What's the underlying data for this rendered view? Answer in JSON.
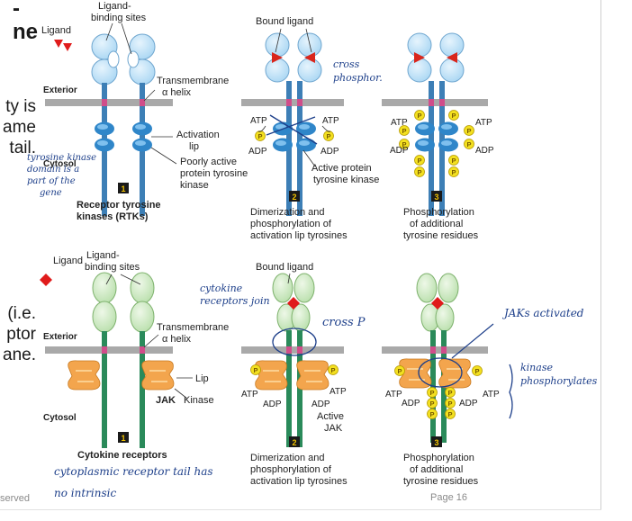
{
  "slide_fragments": {
    "dash": "-",
    "ne": "ne",
    "line1": "ty is",
    "line2": "ame",
    "line3": "tail.",
    "line4": "(i.e.",
    "line5": "ptor",
    "line6": "ane."
  },
  "footer": {
    "left": "served",
    "page": "Page 16"
  },
  "top": {
    "ligand": "Ligand",
    "binding_l1": "Ligand-",
    "binding_l2": "binding sites",
    "tm_l1": "Transmembrane",
    "tm_l2": "α helix",
    "exterior": "Exterior",
    "cytosol": "Cytosol",
    "activation_l1": "Activation",
    "activation_l2": "lip",
    "poor_l1": "Poorly active",
    "poor_l2": "protein tyrosine",
    "poor_l3": "kinase",
    "bound": "Bound ligand",
    "atp": "ATP",
    "adp": "ADP",
    "p": "P",
    "active_l1": "Active protein",
    "active_l2": "tyrosine kinase",
    "step1": "1",
    "step2": "2",
    "step3": "3",
    "cap1_l1": "Receptor tyrosine",
    "cap1_l2": "kinases (RTKs)",
    "cap2_l1": "Dimerization and",
    "cap2_l2": "phosphorylation of",
    "cap2_l3": "activation lip tyrosines",
    "cap3_l1": "Phosphorylation",
    "cap3_l2": "of additional",
    "cap3_l3": "tyrosine residues"
  },
  "bottom": {
    "ligand": "Ligand",
    "binding_l1": "Ligand-",
    "binding_l2": "binding sites",
    "tm_l1": "Transmembrane",
    "tm_l2": "α helix",
    "exterior": "Exterior",
    "cytosol": "Cytosol",
    "lip": "Lip",
    "jak": "JAK",
    "kinase": "Kinase",
    "bound": "Bound ligand",
    "atp": "ATP",
    "adp": "ADP",
    "p": "P",
    "active_l1": "Active",
    "active_l2": "JAK",
    "step1": "1",
    "step2": "2",
    "step3": "3",
    "cap1": "Cytokine receptors",
    "cap2_l1": "Dimerization and",
    "cap2_l2": "phosphorylation of",
    "cap2_l3": "activation lip tyrosines",
    "cap3_l1": "Phosphorylation",
    "cap3_l2": "of additional",
    "cap3_l3": "tyrosine residues"
  },
  "handwriting": {
    "cross_phosphor_l1": "cross",
    "cross_phosphor_l2": "phosphor.",
    "tk_l1": "tyrosine kinase",
    "tk_l2": "domain is a",
    "tk_l3": "part of the",
    "tk_l4": "gene",
    "cytokine_l1": "cytokine",
    "cytokine_l2": "receptors join",
    "cross_p": "cross P",
    "jaks": "JAKs activated",
    "kinase_l1": "kinase",
    "kinase_l2": "phosphorylates",
    "cyto_tail_l1": "cytoplasmic receptor tail has",
    "cyto_tail_l2": "no intrinsic"
  }
}
